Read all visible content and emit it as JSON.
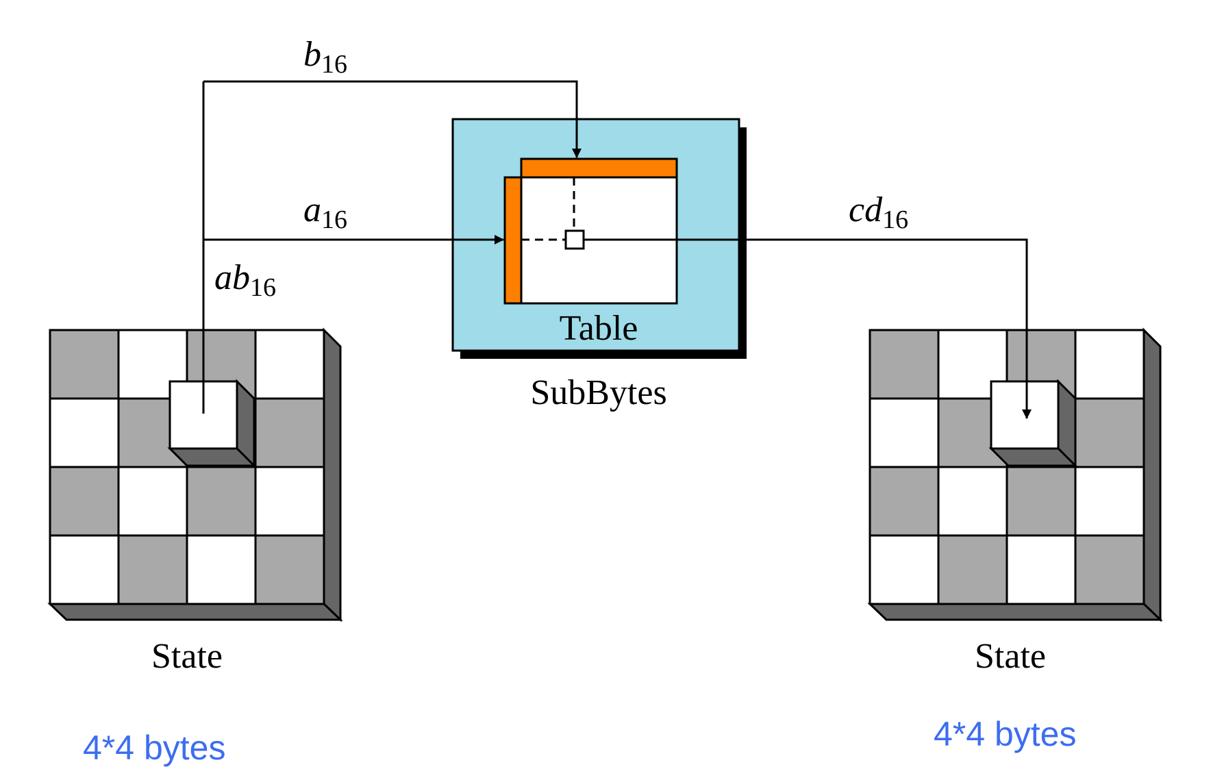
{
  "labels": {
    "b16": {
      "base": "b",
      "sub": "16"
    },
    "a16": {
      "base": "a",
      "sub": "16"
    },
    "ab16": {
      "base": "ab",
      "sub": "16"
    },
    "cd16": {
      "base": "cd",
      "sub": "16"
    },
    "table": "Table",
    "subbytes": "SubBytes",
    "state_left": "State",
    "state_right": "State",
    "size_left": "4*4 bytes",
    "size_right": "4*4 bytes"
  },
  "colors": {
    "table_bg": "#9fdbe8",
    "table_header": "#ff7f00",
    "cell_gray": "#a9a9a9",
    "side_dark": "#666666",
    "note_blue": "#3d6df0",
    "line": "#000000"
  }
}
